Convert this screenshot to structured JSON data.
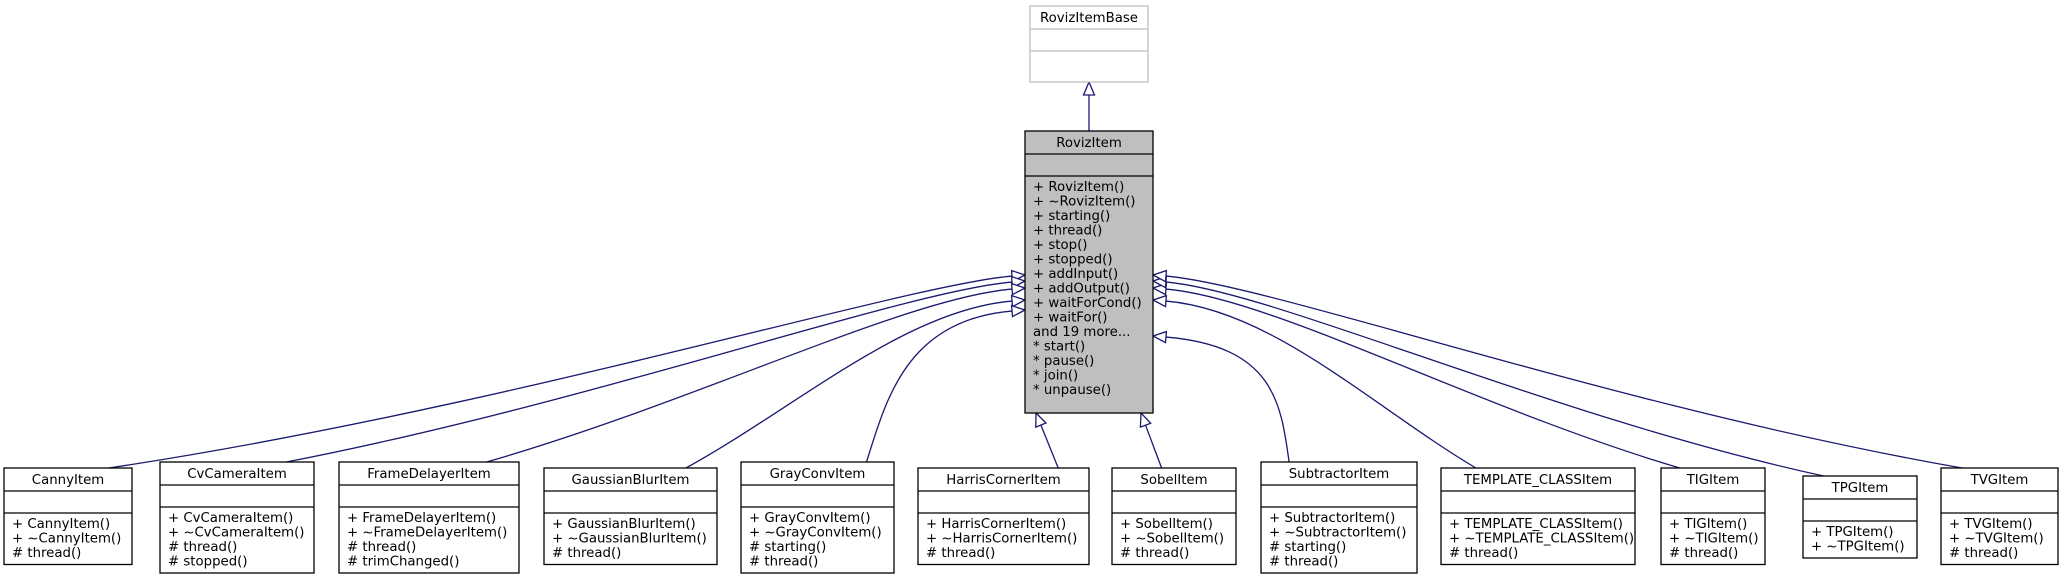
{
  "edge_color": "#191970",
  "focus_fill": "#bfbfbf",
  "base_class": {
    "name": "RovizItemBase"
  },
  "focus_class": {
    "name": "RovizItem",
    "members": [
      "+ RovizItem()",
      "+ ~RovizItem()",
      "+ starting()",
      "+ thread()",
      "+ stop()",
      "+ stopped()",
      "+ addInput()",
      "+ addOutput()",
      "+ waitForCond()",
      "+ waitFor()",
      "and 19 more...",
      "* start()",
      "* pause()",
      "* join()",
      "* unpause()"
    ]
  },
  "derived_classes": [
    {
      "name": "CannyItem",
      "members": [
        "+ CannyItem()",
        "+ ~CannyItem()",
        "# thread()"
      ]
    },
    {
      "name": "CvCameraItem",
      "members": [
        "+ CvCameraItem()",
        "+ ~CvCameraItem()",
        "# thread()",
        "# stopped()"
      ]
    },
    {
      "name": "FrameDelayerItem",
      "members": [
        "+ FrameDelayerItem()",
        "+ ~FrameDelayerItem()",
        "# thread()",
        "# trimChanged()"
      ]
    },
    {
      "name": "GaussianBlurItem",
      "members": [
        "+ GaussianBlurItem()",
        "+ ~GaussianBlurItem()",
        "# thread()"
      ]
    },
    {
      "name": "GrayConvItem",
      "members": [
        "+ GrayConvItem()",
        "+ ~GrayConvItem()",
        "# starting()",
        "# thread()"
      ]
    },
    {
      "name": "HarrisCornerItem",
      "members": [
        "+ HarrisCornerItem()",
        "+ ~HarrisCornerItem()",
        "# thread()"
      ]
    },
    {
      "name": "SobelItem",
      "members": [
        "+ SobelItem()",
        "+ ~SobelItem()",
        "# thread()"
      ]
    },
    {
      "name": "SubtractorItem",
      "members": [
        "+ SubtractorItem()",
        "+ ~SubtractorItem()",
        "# starting()",
        "# thread()"
      ]
    },
    {
      "name": "TEMPLATE_CLASSItem",
      "members": [
        "+ TEMPLATE_CLASSItem()",
        "+ ~TEMPLATE_CLASSItem()",
        "# thread()"
      ]
    },
    {
      "name": "TIGItem",
      "members": [
        "+ TIGItem()",
        "+ ~TIGItem()",
        "# thread()"
      ]
    },
    {
      "name": "TPGItem",
      "members": [
        "+ TPGItem()",
        "+ ~TPGItem()"
      ]
    },
    {
      "name": "TVGItem",
      "members": [
        "+ TVGItem()",
        "+ ~TVGItem()",
        "# thread()"
      ]
    }
  ]
}
